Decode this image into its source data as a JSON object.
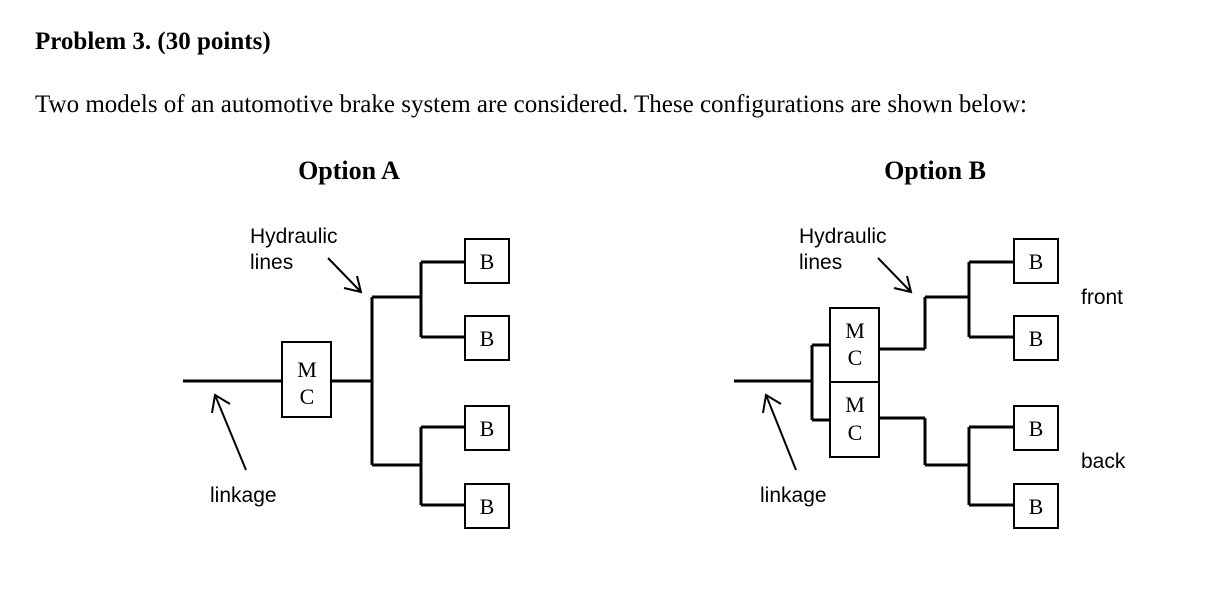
{
  "problem": {
    "heading": "Problem 3. (30 points)",
    "description": "Two models of an automotive brake system are considered.  These configurations are shown below:"
  },
  "option_a": {
    "title": "Option A",
    "hydraulic_label_1": "Hydraulic",
    "hydraulic_label_2": "lines",
    "mc_top": "M",
    "mc_bottom": "C",
    "linkage_label": "linkage",
    "brakes": [
      "B",
      "B",
      "B",
      "B"
    ]
  },
  "option_b": {
    "title": "Option B",
    "hydraulic_label_1": "Hydraulic",
    "hydraulic_label_2": "lines",
    "mc1_top": "M",
    "mc1_bottom": "C",
    "mc2_top": "M",
    "mc2_bottom": "C",
    "linkage_label": "linkage",
    "front_label": "front",
    "back_label": "back",
    "brakes": [
      "B",
      "B",
      "B",
      "B"
    ]
  }
}
